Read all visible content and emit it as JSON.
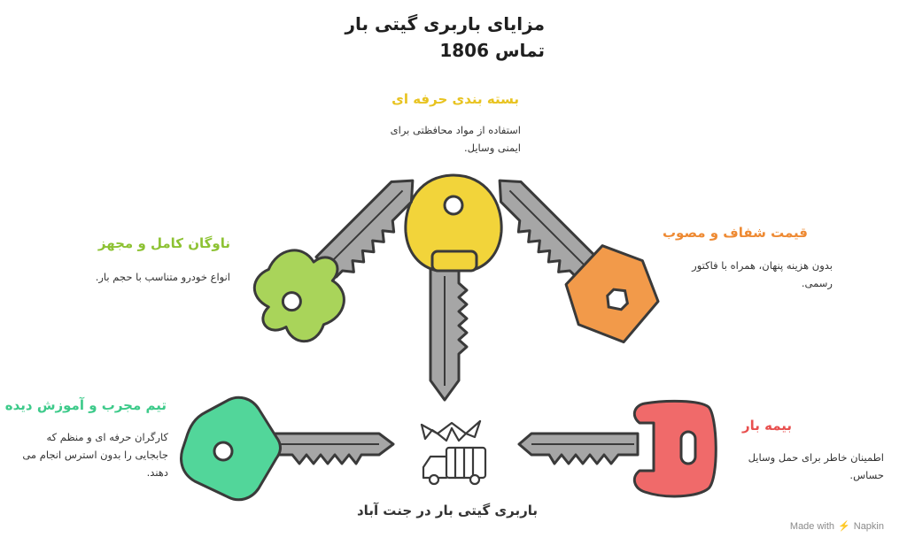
{
  "title_line1": "مزایای باربری گیتی بار",
  "title_line2": "تماس 1806",
  "center_label": "باربری گیتی بار در جنت آباد",
  "features": [
    {
      "title": "بسته بندی حرفه ای",
      "desc": "استفاده از مواد محافظتی برای ایمنی وسایل.",
      "color": "#e8c320"
    },
    {
      "title": "قیمت شفاف و مصوب",
      "desc": "بدون هزینه پنهان، همراه با فاکتور رسمی.",
      "color": "#ee8a33"
    },
    {
      "title": "بیمه بار",
      "desc": "اطمینان خاطر برای حمل وسایل حساس.",
      "color": "#e8504f"
    },
    {
      "title": "ناوگان کامل و مجهز",
      "desc": "انواع خودرو متناسب با حجم بار.",
      "color": "#8dc233"
    },
    {
      "title": "تیم مجرب و آموزش دیده",
      "desc": "کارگران حرفه ای و منظم که جابجایی را بدون استرس انجام می دهند.",
      "color": "#3dca8a"
    }
  ],
  "key_colors": {
    "yellow": "#f2d43a",
    "orange": "#f29a4a",
    "red": "#f06a6a",
    "lime": "#a9d45a",
    "green": "#52d69a",
    "blade": "#a6a6a6",
    "outline": "#3a3a3a"
  },
  "footer": {
    "made_with": "Made with",
    "brand": "Napkin"
  }
}
